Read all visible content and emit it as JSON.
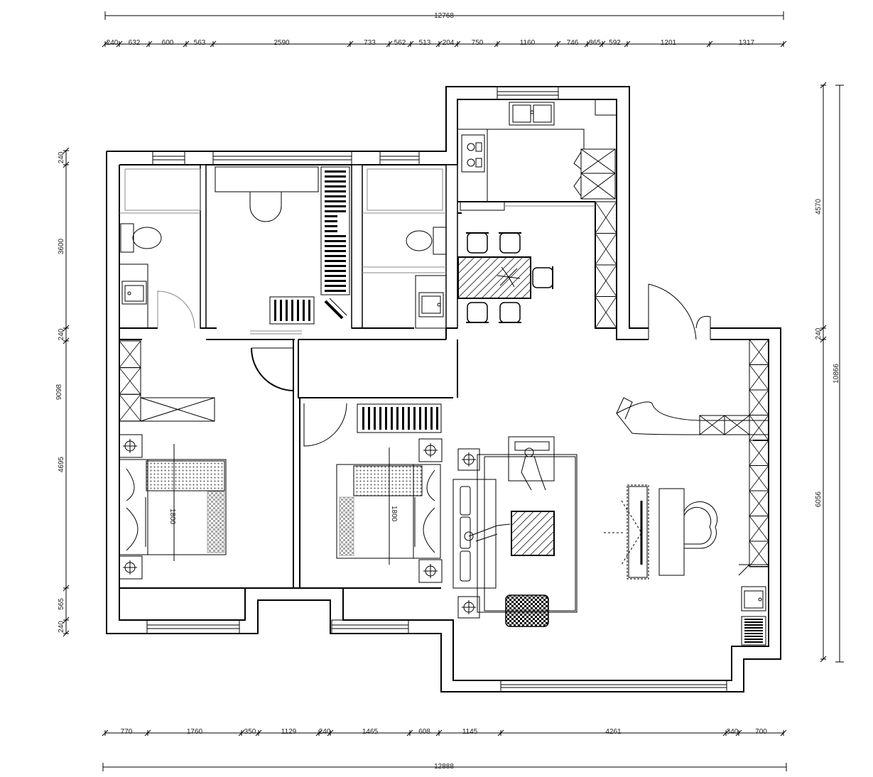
{
  "dimensions": {
    "top_total": "12768",
    "top_segments": [
      "240",
      "632",
      "600",
      "563",
      "2590",
      "733",
      "562",
      "513",
      "204",
      "750",
      "1160",
      "746",
      "365",
      "592",
      "1201",
      "1317"
    ],
    "bottom_segments": [
      "770",
      "1760",
      "350",
      "1129",
      "240",
      "1465",
      "608",
      "1145",
      "4261",
      "340",
      "700"
    ],
    "bottom_total": "12888",
    "left_total": "9098",
    "left_segments": [
      "240",
      "3600",
      "240",
      "4695",
      "565",
      "240"
    ],
    "right_total": "10866",
    "right_segments": [
      "4570",
      "240",
      "6056"
    ]
  },
  "bed_labels": [
    "1800",
    "1800"
  ],
  "colors": {
    "line": "#000000",
    "light_line": "#888888",
    "background": "#ffffff"
  }
}
